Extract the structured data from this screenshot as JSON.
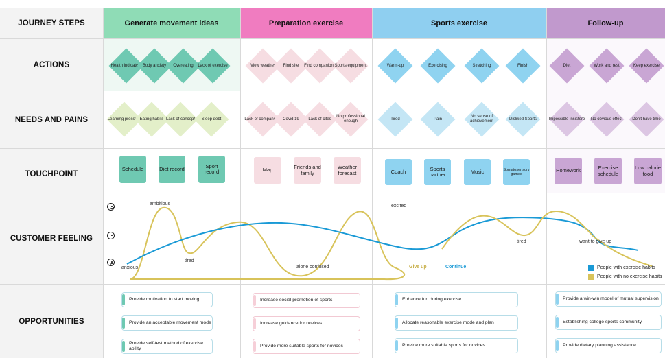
{
  "row_labels": {
    "journey_steps": "JOURNEY STEPS",
    "actions": "ACTIONS",
    "needs_pains": "NEEDS AND PAINS",
    "touchpoint": "TOUCHPOINT",
    "customer_feeling": "CUSTOMER FEELING",
    "opportunities": "OPPORTUNITIES"
  },
  "phases": [
    {
      "label": "Generate movement ideas",
      "color": "#8fdcb6"
    },
    {
      "label": "Preparation exercise",
      "color": "#f07cc0"
    },
    {
      "label": "Sports exercise",
      "color": "#8fcff0"
    },
    {
      "label": "Follow-up",
      "color": "#c199cd"
    }
  ],
  "actions": [
    [
      "Health indicators",
      "Body anxiety",
      "Overeating",
      "Lack of exercise"
    ],
    [
      "View weather",
      "Find site",
      "Find companions",
      "Sports equipment"
    ],
    [
      "Warm-up",
      "Exercising",
      "Stretching",
      "Finish"
    ],
    [
      "Diet",
      "Work and rest",
      "Keep exercise"
    ]
  ],
  "needs": [
    [
      "Learning pressure",
      "Eating habits",
      "Lack of concept",
      "Sleep debt"
    ],
    [
      "Lack of companions",
      "Covid 19",
      "Lack of cites",
      "No professional enough"
    ],
    [
      "Tired",
      "Pain",
      "No sense of achievement",
      "Disliked Sports"
    ],
    [
      "Impossible insistere",
      "No obvious effect",
      "Don't have time"
    ]
  ],
  "touchpoints": [
    [
      "Schedule",
      "Diet record",
      "Sport record"
    ],
    [
      "Map",
      "Friends and family",
      "Weather forecast"
    ],
    [
      "Coach",
      "Sports partner",
      "Music",
      "Somatosensory games"
    ],
    [
      "Homework",
      "Exercise schedule",
      "Low calorie food"
    ]
  ],
  "feeling_labels": {
    "ambitious": "ambitious",
    "anxious": "anxious",
    "tired1": "tired",
    "alone_confused": "alone  confused",
    "excited": "excited",
    "give_up": "Give up",
    "continue": "Continue",
    "tired2": "tired",
    "want_to_give_up": "want to give up"
  },
  "legend": [
    {
      "name": "People with exercise habits",
      "color": "#1a9ad6"
    },
    {
      "name": "People with no exercise habits",
      "color": "#d8c35a"
    }
  ],
  "opportunities": [
    [
      "Provide motivation to start moving",
      "Provide an acceptable movement mode",
      "Provide self-test method of exercise ability"
    ],
    [
      "Increase social promotion of sports",
      "Increase guidance for novices",
      "Provide more suitable sports for novices"
    ],
    [
      "Enhance fun during exercise",
      "Allocate reasonable exercise mode and plan",
      "Provide more suitable sports for novices"
    ],
    [
      "Provide a win-win model of mutual supervision",
      "Establishing college sports community",
      "Provide dietary planning assistance"
    ]
  ]
}
